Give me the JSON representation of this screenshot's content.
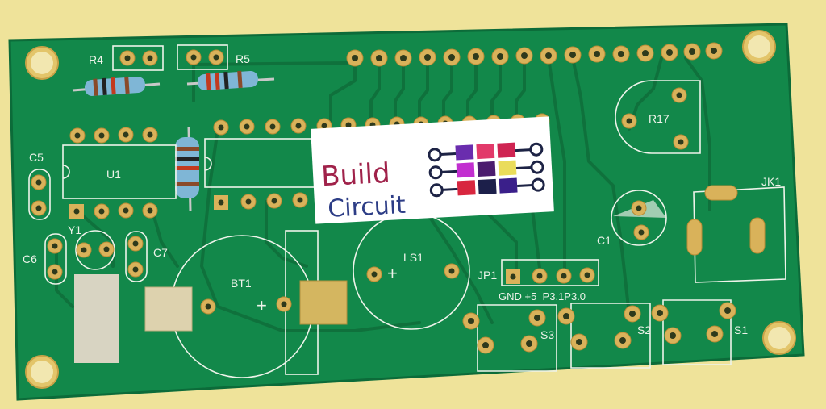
{
  "board": {
    "colors": {
      "background": "#efe39a",
      "solder_mask": "#12884a",
      "pad": "#d9b25a",
      "silkscreen": "#eef3ea"
    }
  },
  "labels": {
    "r4": "R4",
    "r5": "R5",
    "r17": "R17",
    "c5": "C5",
    "c6": "C6",
    "c7": "C7",
    "c1": "C1",
    "u1": "U1",
    "y1": "Y1",
    "bt1": "BT1",
    "ls1": "LS1",
    "ls1_plus": "+",
    "bt1_plus": "+",
    "jp1": "JP1",
    "jk1": "JK1",
    "s1": "S1",
    "s2": "S2",
    "s3": "S3",
    "jp1_pins": "GND +5  P3.1P3.0"
  },
  "logo": {
    "line1": "Build",
    "line2": "Circuit"
  }
}
